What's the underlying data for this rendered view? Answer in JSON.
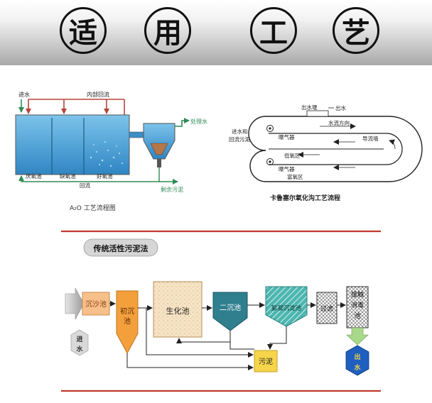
{
  "banner": {
    "chars": [
      "适",
      "用",
      "工",
      "艺"
    ]
  },
  "ao": {
    "inlet": "进水",
    "internal_reflux": "内部回流",
    "anaerobic": "厌氧池",
    "anoxic": "缺氧池",
    "aerobic": "好氧池",
    "return": "回流",
    "effluent": "处理水",
    "excess_sludge": "剩余污泥",
    "caption": "A₂O 工艺流程图"
  },
  "carrousel": {
    "outlet_weir": "出水堰",
    "outlet": "出水",
    "flow_direction": "水流方向",
    "inlet_return": [
      "进水和",
      "回流污泥"
    ],
    "aerator1": "曝气器",
    "guide_wall": "导流墙",
    "low_oxygen": "低氧区",
    "rich_oxygen": "富氧区",
    "aerator2": "曝气器",
    "caption": "卡鲁塞尔氧化沟工艺流程"
  },
  "traditional": {
    "title": "传统活性污泥法",
    "grit": "沉沙池",
    "primary": [
      "初沉",
      "池"
    ],
    "inlet": [
      "进",
      "水"
    ],
    "bio": "生化池",
    "secondary": "二沉池",
    "coag": "絮凝沉淀池",
    "filter": "过滤",
    "disinfect": [
      "接触",
      "消毒",
      "池"
    ],
    "sludge": "污泥",
    "outlet": [
      "出",
      "水"
    ]
  },
  "colors": {
    "red_line": "#c0392b",
    "tank_blue": "#4aa3d8",
    "flow_red": "#b5443b",
    "flow_green": "#2e8b57",
    "grit_orange": "#f7c08a",
    "primary_orange": "#f3a03c",
    "bio_beige": "#f6e3c4",
    "secondary_teal": "#2f7f8f",
    "coag_teal": "#4db6b0",
    "sludge_yellow": "#f7d54a",
    "outlet_blue": "#1f5fbf"
  },
  "icons": [
    "aerator-icon",
    "arrow-icon"
  ]
}
